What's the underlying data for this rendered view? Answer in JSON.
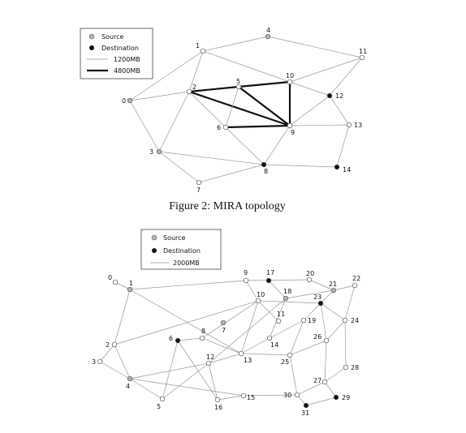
{
  "figure1": {
    "legend": {
      "source": "Source",
      "destination": "Destination",
      "link_small": "1200MB",
      "link_big": "4800MB"
    },
    "caption": "Figure 2: MIRA topology",
    "nodes": [
      {
        "id": "0",
        "type": "source"
      },
      {
        "id": "1",
        "type": "normal"
      },
      {
        "id": "2",
        "type": "normal"
      },
      {
        "id": "3",
        "type": "source"
      },
      {
        "id": "4",
        "type": "source"
      },
      {
        "id": "5",
        "type": "normal"
      },
      {
        "id": "6",
        "type": "normal"
      },
      {
        "id": "7",
        "type": "normal"
      },
      {
        "id": "8",
        "type": "destination"
      },
      {
        "id": "9",
        "type": "normal"
      },
      {
        "id": "10",
        "type": "normal"
      },
      {
        "id": "11",
        "type": "normal"
      },
      {
        "id": "12",
        "type": "destination"
      },
      {
        "id": "13",
        "type": "normal"
      },
      {
        "id": "14",
        "type": "destination"
      }
    ],
    "edges": [
      {
        "from": "0",
        "to": "1",
        "capacity": "1200MB"
      },
      {
        "from": "0",
        "to": "2",
        "capacity": "1200MB"
      },
      {
        "from": "0",
        "to": "3",
        "capacity": "1200MB"
      },
      {
        "from": "1",
        "to": "4",
        "capacity": "1200MB"
      },
      {
        "from": "1",
        "to": "2",
        "capacity": "1200MB"
      },
      {
        "from": "1",
        "to": "10",
        "capacity": "1200MB"
      },
      {
        "from": "4",
        "to": "11",
        "capacity": "1200MB"
      },
      {
        "from": "10",
        "to": "11",
        "capacity": "1200MB"
      },
      {
        "from": "2",
        "to": "5",
        "capacity": "4800MB"
      },
      {
        "from": "5",
        "to": "10",
        "capacity": "4800MB"
      },
      {
        "from": "2",
        "to": "9",
        "capacity": "4800MB"
      },
      {
        "from": "5",
        "to": "9",
        "capacity": "4800MB"
      },
      {
        "from": "10",
        "to": "9",
        "capacity": "4800MB"
      },
      {
        "from": "6",
        "to": "9",
        "capacity": "4800MB"
      },
      {
        "from": "2",
        "to": "6",
        "capacity": "1200MB"
      },
      {
        "from": "5",
        "to": "6",
        "capacity": "1200MB"
      },
      {
        "from": "2",
        "to": "3",
        "capacity": "1200MB"
      },
      {
        "from": "3",
        "to": "8",
        "capacity": "1200MB"
      },
      {
        "from": "3",
        "to": "7",
        "capacity": "1200MB"
      },
      {
        "from": "6",
        "to": "8",
        "capacity": "1200MB"
      },
      {
        "from": "7",
        "to": "8",
        "capacity": "1200MB"
      },
      {
        "from": "8",
        "to": "9",
        "capacity": "1200MB"
      },
      {
        "from": "8",
        "to": "14",
        "capacity": "1200MB"
      },
      {
        "from": "9",
        "to": "13",
        "capacity": "1200MB"
      },
      {
        "from": "9",
        "to": "12",
        "capacity": "1200MB"
      },
      {
        "from": "10",
        "to": "12",
        "capacity": "1200MB"
      },
      {
        "from": "11",
        "to": "12",
        "capacity": "1200MB"
      },
      {
        "from": "12",
        "to": "13",
        "capacity": "1200MB"
      },
      {
        "from": "13",
        "to": "14",
        "capacity": "1200MB"
      }
    ]
  },
  "figure2": {
    "legend": {
      "source": "Source",
      "destination": "Destination",
      "link": "2000MB"
    },
    "nodes": [
      {
        "id": "0",
        "type": "normal"
      },
      {
        "id": "1",
        "type": "source"
      },
      {
        "id": "2",
        "type": "normal"
      },
      {
        "id": "3",
        "type": "normal"
      },
      {
        "id": "4",
        "type": "source"
      },
      {
        "id": "5",
        "type": "normal"
      },
      {
        "id": "6",
        "type": "destination"
      },
      {
        "id": "7",
        "type": "source"
      },
      {
        "id": "8",
        "type": "normal"
      },
      {
        "id": "9",
        "type": "normal"
      },
      {
        "id": "10",
        "type": "normal"
      },
      {
        "id": "11",
        "type": "normal"
      },
      {
        "id": "12",
        "type": "normal"
      },
      {
        "id": "13",
        "type": "normal"
      },
      {
        "id": "14",
        "type": "normal"
      },
      {
        "id": "15",
        "type": "normal"
      },
      {
        "id": "16",
        "type": "normal"
      },
      {
        "id": "17",
        "type": "destination"
      },
      {
        "id": "18",
        "type": "source"
      },
      {
        "id": "19",
        "type": "normal"
      },
      {
        "id": "20",
        "type": "normal"
      },
      {
        "id": "21",
        "type": "source"
      },
      {
        "id": "22",
        "type": "normal"
      },
      {
        "id": "23",
        "type": "destination"
      },
      {
        "id": "24",
        "type": "normal"
      },
      {
        "id": "25",
        "type": "normal"
      },
      {
        "id": "26",
        "type": "normal"
      },
      {
        "id": "27",
        "type": "normal"
      },
      {
        "id": "28",
        "type": "normal"
      },
      {
        "id": "29",
        "type": "destination"
      },
      {
        "id": "30",
        "type": "normal"
      },
      {
        "id": "31",
        "type": "destination"
      }
    ],
    "edges": [
      [
        "0",
        "1"
      ],
      [
        "1",
        "9"
      ],
      [
        "1",
        "2"
      ],
      [
        "1",
        "13"
      ],
      [
        "2",
        "3"
      ],
      [
        "2",
        "4"
      ],
      [
        "2",
        "10"
      ],
      [
        "3",
        "4"
      ],
      [
        "4",
        "5"
      ],
      [
        "4",
        "15"
      ],
      [
        "4",
        "12"
      ],
      [
        "5",
        "6"
      ],
      [
        "5",
        "12"
      ],
      [
        "6",
        "16"
      ],
      [
        "6",
        "8"
      ],
      [
        "8",
        "10"
      ],
      [
        "8",
        "13"
      ],
      [
        "9",
        "10"
      ],
      [
        "10",
        "13"
      ],
      [
        "10",
        "11"
      ],
      [
        "10",
        "23"
      ],
      [
        "12",
        "16"
      ],
      [
        "12",
        "13"
      ],
      [
        "12",
        "18"
      ],
      [
        "13",
        "14"
      ],
      [
        "13",
        "25"
      ],
      [
        "14",
        "19"
      ],
      [
        "14",
        "18"
      ],
      [
        "15",
        "16"
      ],
      [
        "15",
        "30"
      ],
      [
        "17",
        "18"
      ],
      [
        "18",
        "21"
      ],
      [
        "19",
        "23"
      ],
      [
        "19",
        "25"
      ],
      [
        "20",
        "9"
      ],
      [
        "20",
        "21"
      ],
      [
        "21",
        "22"
      ],
      [
        "21",
        "23"
      ],
      [
        "22",
        "24"
      ],
      [
        "23",
        "24"
      ],
      [
        "23",
        "26"
      ],
      [
        "24",
        "26"
      ],
      [
        "24",
        "28"
      ],
      [
        "25",
        "26"
      ],
      [
        "25",
        "30"
      ],
      [
        "26",
        "27"
      ],
      [
        "27",
        "28"
      ],
      [
        "27",
        "29"
      ],
      [
        "27",
        "30"
      ],
      [
        "29",
        "31"
      ],
      [
        "30",
        "31"
      ]
    ]
  }
}
